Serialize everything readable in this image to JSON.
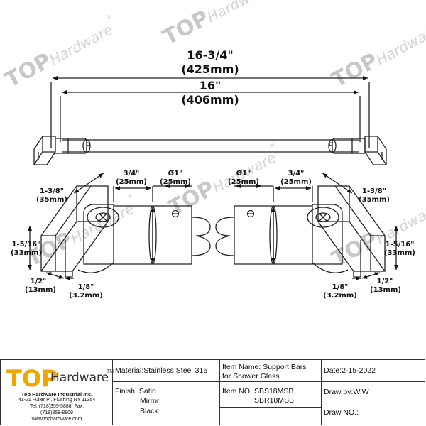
{
  "watermark": {
    "top": "TOP",
    "sub": "Hardware",
    "reg": "®"
  },
  "dimensions": {
    "overall_imperial": "16-3/4\"",
    "overall_metric": "(425mm)",
    "bar_imperial": "16\"",
    "bar_metric": "(406mm)",
    "left": {
      "bracket_width_imperial": "1-3/8\"",
      "bracket_width_metric": "(35mm)",
      "height_imperial": "1-5/16\"",
      "height_metric": "(33mm)",
      "glass_gap_imperial": "1/2\"",
      "glass_gap_metric": "(13mm)",
      "plate_imperial": "1/8\"",
      "plate_metric": "(3.2mm)",
      "sleeve_imperial": "3/4\"",
      "sleeve_metric": "(25mm)",
      "tube_imperial": "Ø1\"",
      "tube_metric": "(25mm)"
    },
    "right": {
      "bracket_width_imperial": "1-3/8\"",
      "bracket_width_metric": "(35mm)",
      "height_imperial": "1-5/16\"",
      "height_metric": "(33mm)",
      "glass_gap_imperial": "1/2\"",
      "glass_gap_metric": "(13mm)",
      "plate_imperial": "1/8\"",
      "plate_metric": "(3.2mm)",
      "sleeve_imperial": "3/4\"",
      "sleeve_metric": "(25mm)",
      "tube_imperial": "Ø1\"",
      "tube_metric": "(25mm)"
    }
  },
  "company": {
    "logo_top": "TOP",
    "logo_hardware": "Hardware",
    "logo_reg": "TM",
    "name": "Top Hardware Industrial Inc.",
    "address": "41-21 Fuller Pl. Flushing NY 11354",
    "tel": "Tel: (718)359-5888,  Fax:",
    "fax": "(718)358-8809",
    "website": "www.tophardware.com"
  },
  "titleblock": {
    "material_label": "Material:",
    "material_value": "Stainless Steel 316",
    "finish_label": "Finish:",
    "finish_values": [
      "Satin",
      "Mirror",
      "Black"
    ],
    "item_name_label": "Item Name:",
    "item_name_value_1": "Support Bars",
    "item_name_value_2": "for Shower Glass",
    "item_no_label": "Item NO.:",
    "item_no_1": "SBS18MSB",
    "item_no_2": "SBR18MSB",
    "date_label": "Date:",
    "date_value": "2-15-2022",
    "draw_by_label": "Draw by:",
    "draw_by_value": "W.W",
    "draw_no_label": "Draw NO.:",
    "draw_no_value": ""
  },
  "colors": {
    "logo_accent": "#f0a500",
    "line": "#222222",
    "watermark": "#c8c8c8"
  }
}
